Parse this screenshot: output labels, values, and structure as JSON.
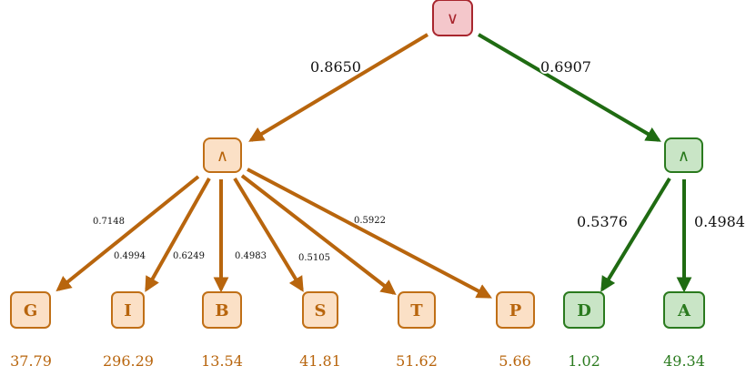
{
  "colors": {
    "root_fill": "#f4c7cb",
    "root_stroke": "#a8262e",
    "orange_fill": "#fbe0c6",
    "orange_stroke": "#c06f16",
    "orange_edge": "#b8650d",
    "orange_text": "#b8650d",
    "green_fill": "#c9e5c6",
    "green_stroke": "#2a7a1e",
    "green_edge": "#1f6b12",
    "green_text": "#2a7a1e"
  },
  "nodes": {
    "root": {
      "symbol": "∨",
      "icon": "or-symbol"
    },
    "and_left": {
      "symbol": "∧",
      "icon": "and-symbol"
    },
    "and_right": {
      "symbol": "∧",
      "icon": "and-symbol"
    },
    "leaves": [
      {
        "label": "G",
        "value": "37.79",
        "group": "orange"
      },
      {
        "label": "I",
        "value": "296.29",
        "group": "orange"
      },
      {
        "label": "B",
        "value": "13.54",
        "group": "orange"
      },
      {
        "label": "S",
        "value": "41.81",
        "group": "orange"
      },
      {
        "label": "T",
        "value": "51.62",
        "group": "orange"
      },
      {
        "label": "P",
        "value": "5.66",
        "group": "orange"
      },
      {
        "label": "D",
        "value": "1.02",
        "group": "green"
      },
      {
        "label": "A",
        "value": "49.34",
        "group": "green"
      }
    ]
  },
  "edges": {
    "root_to_left": "0.8650",
    "root_to_right": "0.6907",
    "left_to_G": "0.7148",
    "left_to_I": "0.4994",
    "left_to_B": "0.6249",
    "left_to_S": "0.4983",
    "left_to_T": "0.5105",
    "left_to_P": "0.5922",
    "right_to_D": "0.5376",
    "right_to_A": "0.4984"
  }
}
